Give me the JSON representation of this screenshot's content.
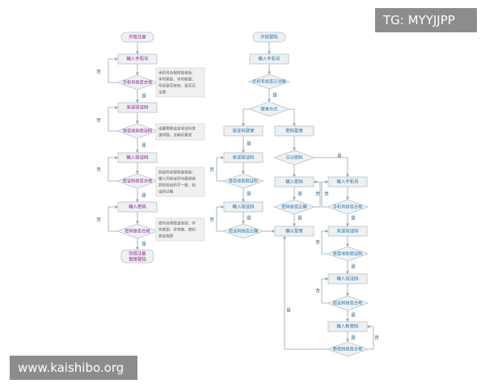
{
  "colors": {
    "left_text": "#8a1c8f",
    "right_text": "#1f6fa8",
    "line": "#9aa4ac",
    "box_fill": "#eef1f3",
    "box_stroke": "#b8c0c6",
    "note_fill": "#f0f0f0",
    "label": "#2e5f86"
  },
  "watermarks": {
    "top": "TG: MYYJJPP",
    "bottom": "www.kaishibo.org"
  },
  "labels": {
    "yes": "是",
    "no": "否"
  },
  "left_flow": {
    "start": "开始注册",
    "input_phone": "输入手机号",
    "phone_valid": "手机号是否合规",
    "send_code": "发送验证码",
    "code_received": "是否收到验证码",
    "input_code": "输入验证码",
    "code_valid": "验证码是否合规",
    "input_password": "输入密码",
    "password_valid": "密码是否合规",
    "end_line1": "完成注册",
    "end_line2": "直接登陆",
    "note_phone": [
      "手机号合规检查包括：",
      "字符类型、字符数量、",
      "号段是否存在、是否已",
      "注册"
    ],
    "note_code_recv": [
      "设置需要设定验证码发",
      "送时限，过期可重发"
    ],
    "note_code_valid": [
      "验证码合规检查包括：",
      "输入的验证码与最新收",
      "到的验证码不一致、验",
      "证码过期"
    ],
    "note_password": [
      "密码合规检查包括：字",
      "符类型、字符数、密码",
      "安全规则"
    ]
  },
  "right_flow": {
    "start": "开始登陆",
    "input_phone": "输入手机号",
    "phone_registered": "手机号是否已注册",
    "login_method": "登录方式",
    "code_login": "验证码登录",
    "password_login": "密码登录",
    "send_code": "发送验证码",
    "code_received": "是否收到验证码",
    "input_code": "输入验证码",
    "code_valid": "验证码是否正确",
    "forgot_password": "忘记密码",
    "input_password": "输入密码",
    "password_correct": "密码是否正确",
    "confirm_login": "确认登录",
    "r_input_phone": "输入手机号",
    "r_phone_valid": "手机号是否合规",
    "r_send_code": "发送验证码",
    "r_code_received": "是否收到验证码",
    "r_input_code": "输入验证码",
    "r_code_valid": "验证码是否合规",
    "r_input_new_password": "输入新密码",
    "r_new_password_valid": "新密码是否合规"
  }
}
